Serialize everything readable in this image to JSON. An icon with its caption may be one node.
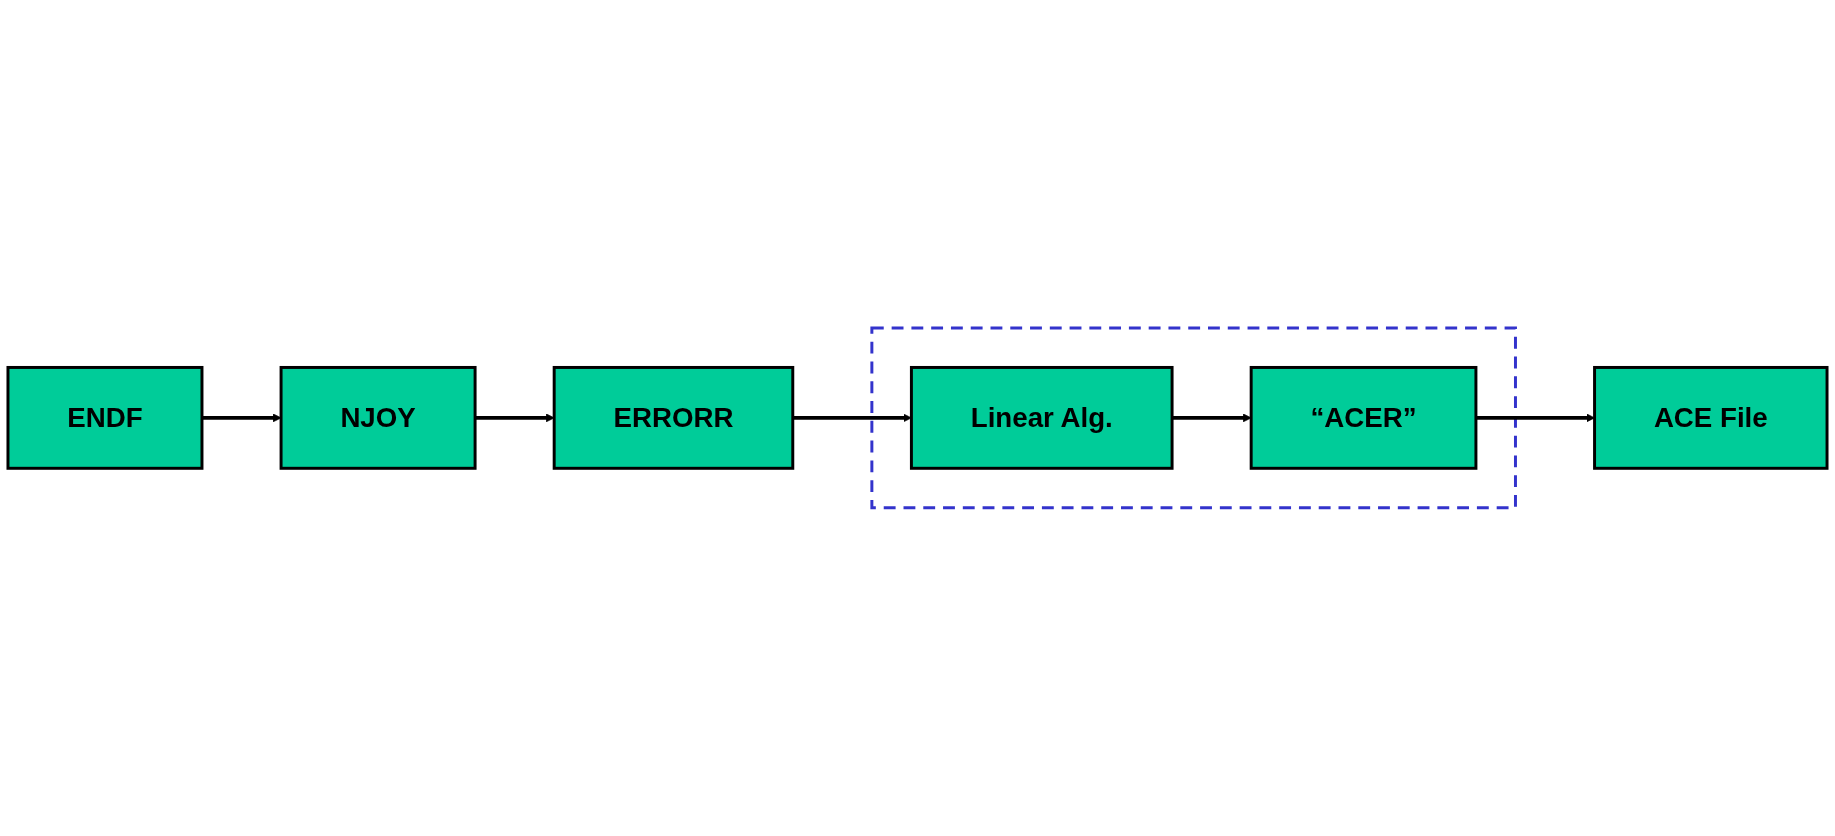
{
  "diagram": {
    "nodes": [
      {
        "text": [
          "ENDF"
        ]
      },
      {
        "text": [
          "NJOY"
        ]
      },
      {
        "text": [
          "ERRORR"
        ]
      },
      {
        "text": [],
        "shape": "box"
      },
      {
        "text": [
          "Linear Alg."
        ],
        "in": 3
      },
      {
        "text": [
          "“ACER”"
        ],
        "in": 3
      },
      {
        "text": [
          "ACE File"
        ]
      }
    ],
    "edges": [
      {
        "from": 0,
        "to": 1,
        "arrow": "to"
      },
      {
        "from": 1,
        "to": 2,
        "arrow": "to"
      },
      {
        "from": 2,
        "to": 4,
        "arrow": "to"
      },
      {
        "from": 4,
        "to": 5,
        "arrow": "to"
      },
      {
        "from": 5,
        "to": 6,
        "arrow": "to"
      }
    ]
  }
}
